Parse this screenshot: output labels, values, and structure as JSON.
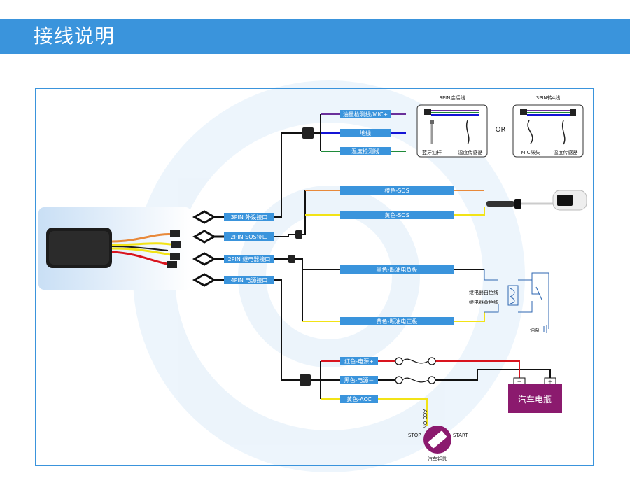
{
  "title": "接线说明",
  "connectors": {
    "ext": "3PIN 外设接口",
    "sos": "2PIN SOS接口",
    "relay": "2PIN 继电器接口",
    "power": "4PIN 电源接口"
  },
  "wires": {
    "oil_mic": "油量检测线/MIC+",
    "ground": "地线",
    "temp": "温度检测线",
    "orange_sos": "橙色-SOS",
    "yellow_sos": "黄色-SOS",
    "black_relay": "黑色-断油电负极",
    "yellow_relay": "黄色-断油电正极",
    "red_power": "红色-电源+",
    "black_power": "黑色-电源－",
    "yellow_acc": "黄色-ACC"
  },
  "accessories": {
    "cable_3pin": "3PIN连接线",
    "cable_3to4": "3PIN转4线",
    "or": "OR",
    "fuel_rod": "蓝牙油杆",
    "temp_sensor_1": "温度传感器",
    "mic": "MIC咪头",
    "temp_sensor_2": "温度传感器"
  },
  "relay_labels": {
    "white": "继电器白色线",
    "yellow": "继电器黄色线",
    "pump": "油泵"
  },
  "battery": "汽车电瓶",
  "battery_neg": "－",
  "battery_pos": "＋",
  "key": {
    "name": "汽车钥匙",
    "acc_on": "ACC ON",
    "stop": "STOP",
    "start": "START"
  },
  "colors": {
    "accent": "#3a94dc",
    "label_bg": "#3a94dc",
    "battery": "#8b1a6e",
    "orange": "#e8893a",
    "yellow": "#f2e316",
    "red": "#d9141e",
    "purple": "#6a2f9a",
    "blue": "#1414d6",
    "green": "#1f8b3a"
  }
}
